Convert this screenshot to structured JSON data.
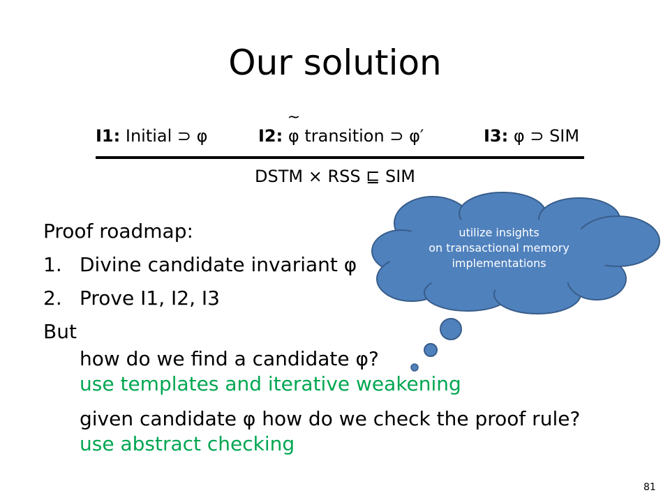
{
  "title": "Our solution",
  "proof_rule": {
    "i1_label": "I1:",
    "i1_text": "Initial ⊃ φ",
    "i2_label": "I2:",
    "i2_phi": "φ",
    "i2_tilde": "~",
    "i2_text": "transition ⊃ φ′",
    "i3_label": "I3:",
    "i3_text": "φ ⊃ SIM",
    "conclusion": "DSTM × RSS ⊑ SIM"
  },
  "roadmap": {
    "heading": "Proof roadmap:",
    "steps": [
      {
        "num": "1.",
        "text": "Divine candidate invariant φ"
      },
      {
        "num": "2.",
        "text": "Prove I1, I2, I3"
      }
    ]
  },
  "but": {
    "label": "But",
    "q1": "how do we find a candidate φ?",
    "a1": "use templates and iterative weakening",
    "q2": "given candidate φ how do we check the proof rule?",
    "a2": "use abstract checking"
  },
  "cloud": {
    "lines": [
      "utilize insights",
      "on transactional memory",
      "implementations"
    ]
  },
  "colors": {
    "cloud_fill": "#4f81bd",
    "cloud_stroke": "#385d8a",
    "answer_green": "#00a651"
  },
  "page_number": "81"
}
